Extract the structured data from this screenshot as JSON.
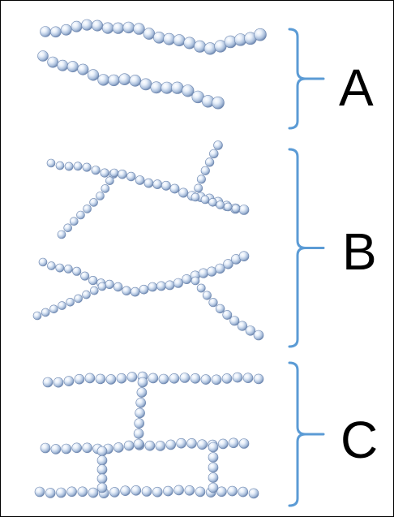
{
  "figure": {
    "groups": [
      {
        "id": "linear",
        "label": "A"
      },
      {
        "id": "branched",
        "label": "B"
      },
      {
        "id": "cross-linked",
        "label": "C"
      }
    ],
    "colors": {
      "bead_light": "#e6eef9",
      "bead_mid": "#a9bedb",
      "bead_dark": "#6f88b0",
      "bracket": "#5b9bd5",
      "label": "#000000",
      "border": "#000000"
    }
  }
}
